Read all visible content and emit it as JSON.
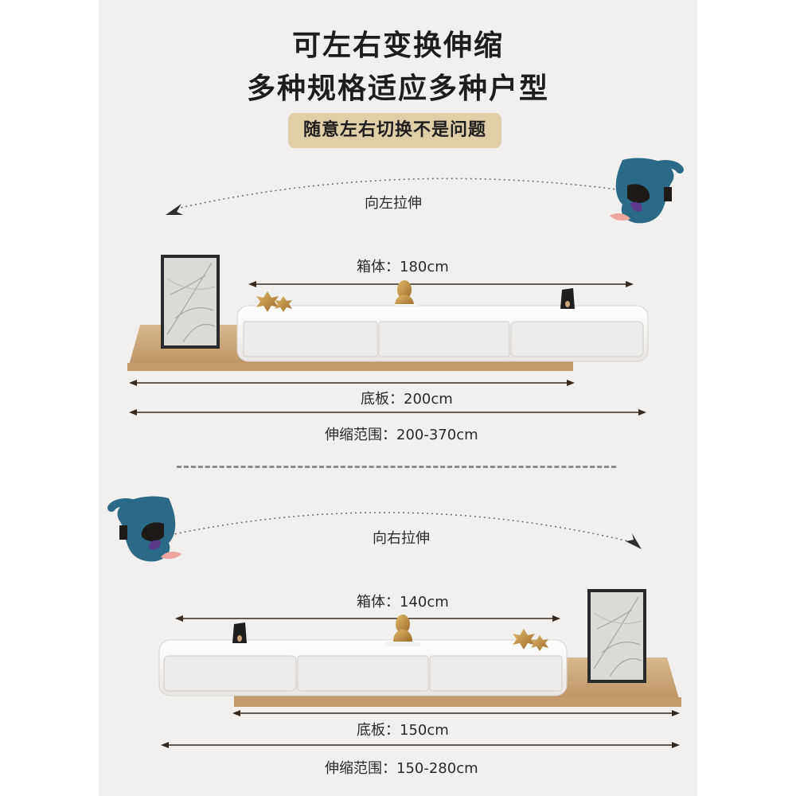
{
  "header": {
    "title_line1": "可左右变换伸缩",
    "title_line2": "多种规格适应多种户型",
    "badge": "随意左右切换不是问题"
  },
  "top_section": {
    "direction_label": "向左拉伸",
    "cabinet_label": "箱体：180cm",
    "base_label": "底板：200cm",
    "range_label": "伸缩范围：200-370cm"
  },
  "bottom_section": {
    "direction_label": "向右拉伸",
    "cabinet_label": "箱体：140cm",
    "base_label": "底板：150cm",
    "range_label": "伸缩范围：150-280cm"
  },
  "colors": {
    "panel_background": "#f1f0ee",
    "badge": "#dfcfa7",
    "wood": "#c9a57a",
    "cabinet": "#f5f3f1",
    "hand_blue": "#2a6a86"
  },
  "icons": [
    "left-arrow-icon",
    "right-arrow-icon",
    "pulling-hand-icon"
  ]
}
